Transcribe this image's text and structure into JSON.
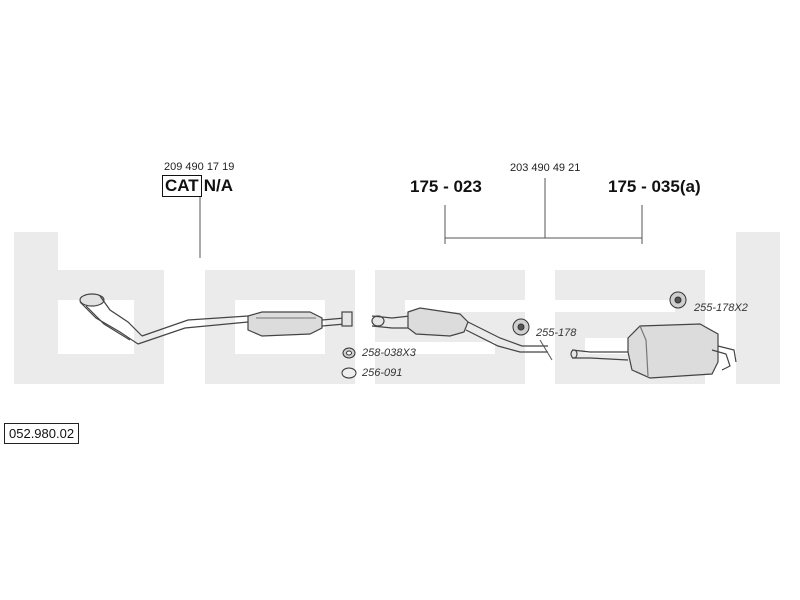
{
  "labels": {
    "cat_part_number": "209 490 17 19",
    "cat": "CAT",
    "cat_na": "N/A",
    "group_part_number": "203 490 49 21",
    "part_175_023": "175 - 023",
    "part_175_035": "175 - 035(a)",
    "clamp_258": "258-038X3",
    "ring_256": "256-091",
    "mount_255_178": "255-178",
    "mount_255_178x2": "255-178X2",
    "diagram_number": "052.980.02"
  },
  "icons": {
    "clamp": "exhaust-clamp-icon",
    "ring": "sealing-ring-icon",
    "mount": "rubber-mount-icon"
  },
  "colors": {
    "watermark": "#e9e9e9",
    "line": "#444444",
    "part_fill": "#dcdcdc"
  }
}
